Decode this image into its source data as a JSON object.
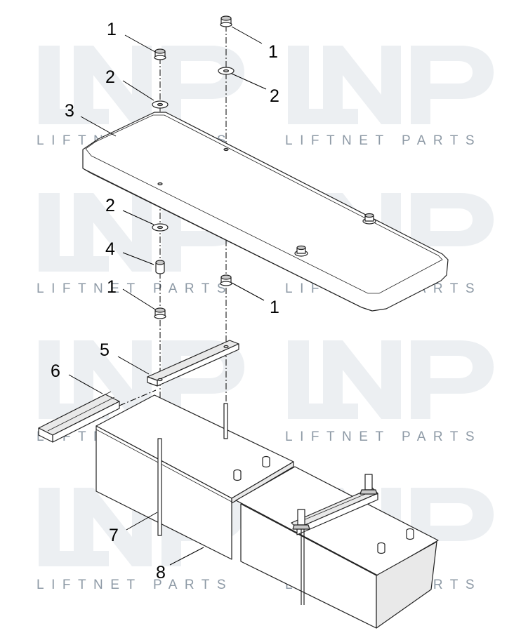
{
  "watermark": {
    "text": "LIFTNET PARTS",
    "logo": "LNP"
  },
  "callouts": [
    {
      "id": "c1a",
      "label": "1"
    },
    {
      "id": "c1b",
      "label": "1"
    },
    {
      "id": "c2a",
      "label": "2"
    },
    {
      "id": "c2b",
      "label": "2"
    },
    {
      "id": "c3",
      "label": "3"
    },
    {
      "id": "c2c",
      "label": "2"
    },
    {
      "id": "c4",
      "label": "4"
    },
    {
      "id": "c1c",
      "label": "1"
    },
    {
      "id": "c1d",
      "label": "1"
    },
    {
      "id": "c5",
      "label": "5"
    },
    {
      "id": "c6",
      "label": "6"
    },
    {
      "id": "c7",
      "label": "7"
    },
    {
      "id": "c8",
      "label": "8"
    }
  ],
  "colors": {
    "watermark_logo": "#eceff2",
    "watermark_text": "#8e9aa6",
    "line": "#222222"
  }
}
